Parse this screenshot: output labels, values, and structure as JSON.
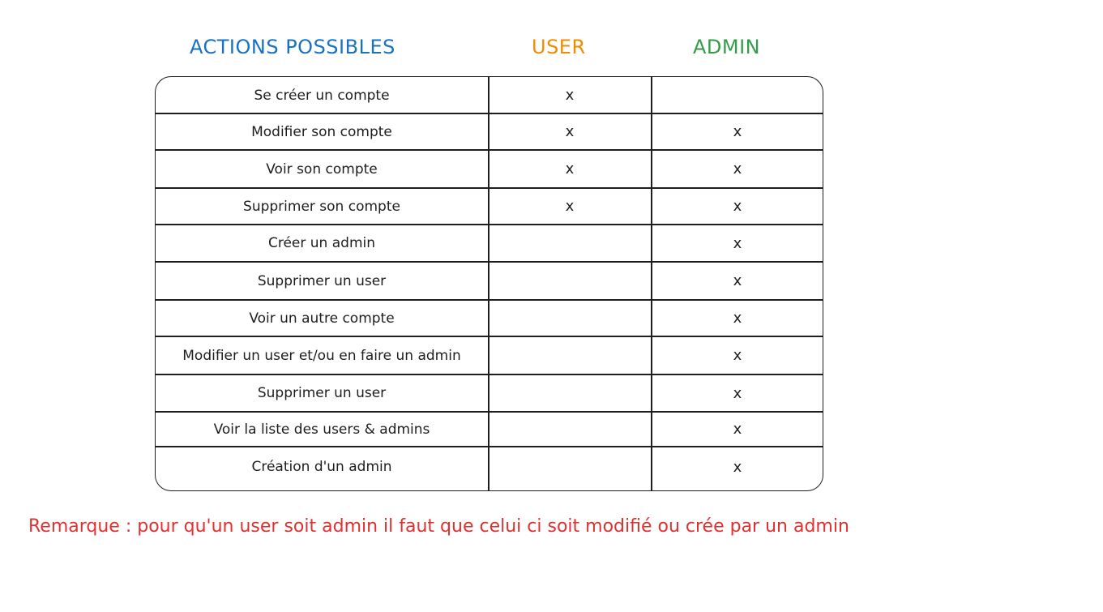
{
  "colors": {
    "actions_header": "#1971c2",
    "user_header": "#f08c00",
    "admin_header": "#2f9e44",
    "remark": "#e03131",
    "ink": "#1e1e1e"
  },
  "headers": {
    "actions": "ACTIONS POSSIBLES",
    "user": "USER",
    "admin": "ADMIN"
  },
  "rows": [
    {
      "action": "Se créer un compte",
      "user": "x",
      "admin": ""
    },
    {
      "action": "Modifier son compte",
      "user": "x",
      "admin": "x"
    },
    {
      "action": "Voir son compte",
      "user": "x",
      "admin": "x"
    },
    {
      "action": "Supprimer son compte",
      "user": "x",
      "admin": "x"
    },
    {
      "action": "Créer un admin",
      "user": "",
      "admin": "x"
    },
    {
      "action": "Supprimer un user",
      "user": "",
      "admin": "x"
    },
    {
      "action": "Voir un autre compte",
      "user": "",
      "admin": "x"
    },
    {
      "action": "Modifier un user et/ou en faire un admin",
      "user": "",
      "admin": "x"
    },
    {
      "action": "Supprimer un user",
      "user": "",
      "admin": "x"
    },
    {
      "action": "Voir la liste des users & admins",
      "user": "",
      "admin": "x"
    },
    {
      "action": "Création d'un admin",
      "user": "",
      "admin": "x"
    }
  ],
  "remark": "Remarque : pour qu'un user soit admin il faut que celui ci soit modifié ou crée par un admin"
}
